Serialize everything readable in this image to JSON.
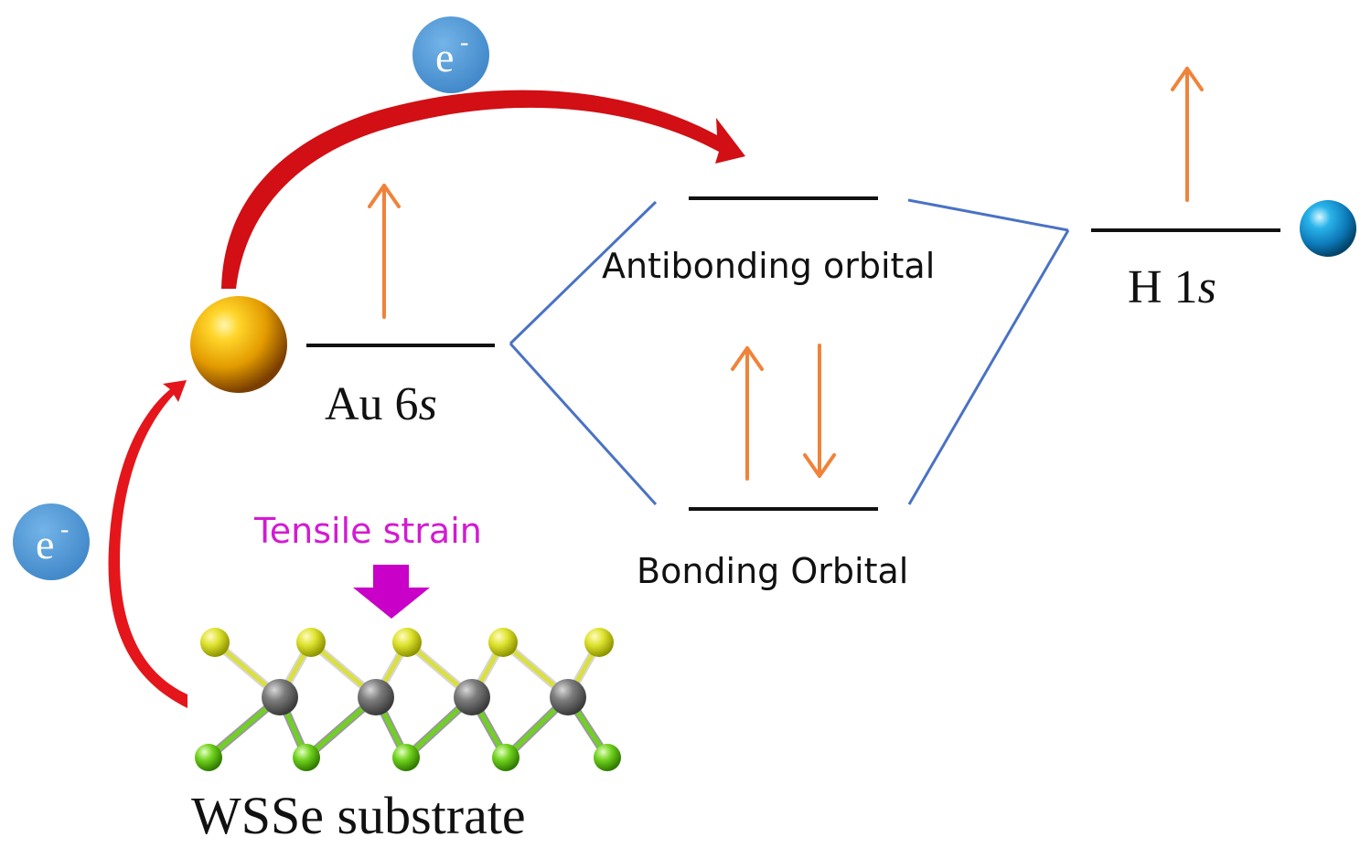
{
  "labels": {
    "electron_top": "e",
    "electron_left": "e",
    "electron_superscript": "-",
    "au_element": "Au 6",
    "au_orbital": "s",
    "h_element": "H 1",
    "h_orbital": "s",
    "antibonding": "Antibonding orbital",
    "bonding": "Bonding Orbital",
    "strain": "Tensile strain",
    "substrate": "WSSe substrate"
  },
  "colors": {
    "level_line": "#111111",
    "correlation_line": "#4a72c4",
    "spin_arrow": "#f0833a",
    "transfer_arrow": "#d10f14",
    "electron_badge": "#4f98d6",
    "strain_arrow": "#c800c8",
    "strain_text": "#d21bd2",
    "au_atom": "#f0b400",
    "h_atom": "#1f9fd6",
    "se_atom": "#d8dc2a",
    "s_atom": "#6ccc1c",
    "w_atom": "#666666"
  },
  "icons": {
    "au_atom": "gold-sphere-icon",
    "h_atom": "blue-sphere-icon",
    "electron": "electron-badge-icon",
    "strain": "down-arrow-icon"
  }
}
